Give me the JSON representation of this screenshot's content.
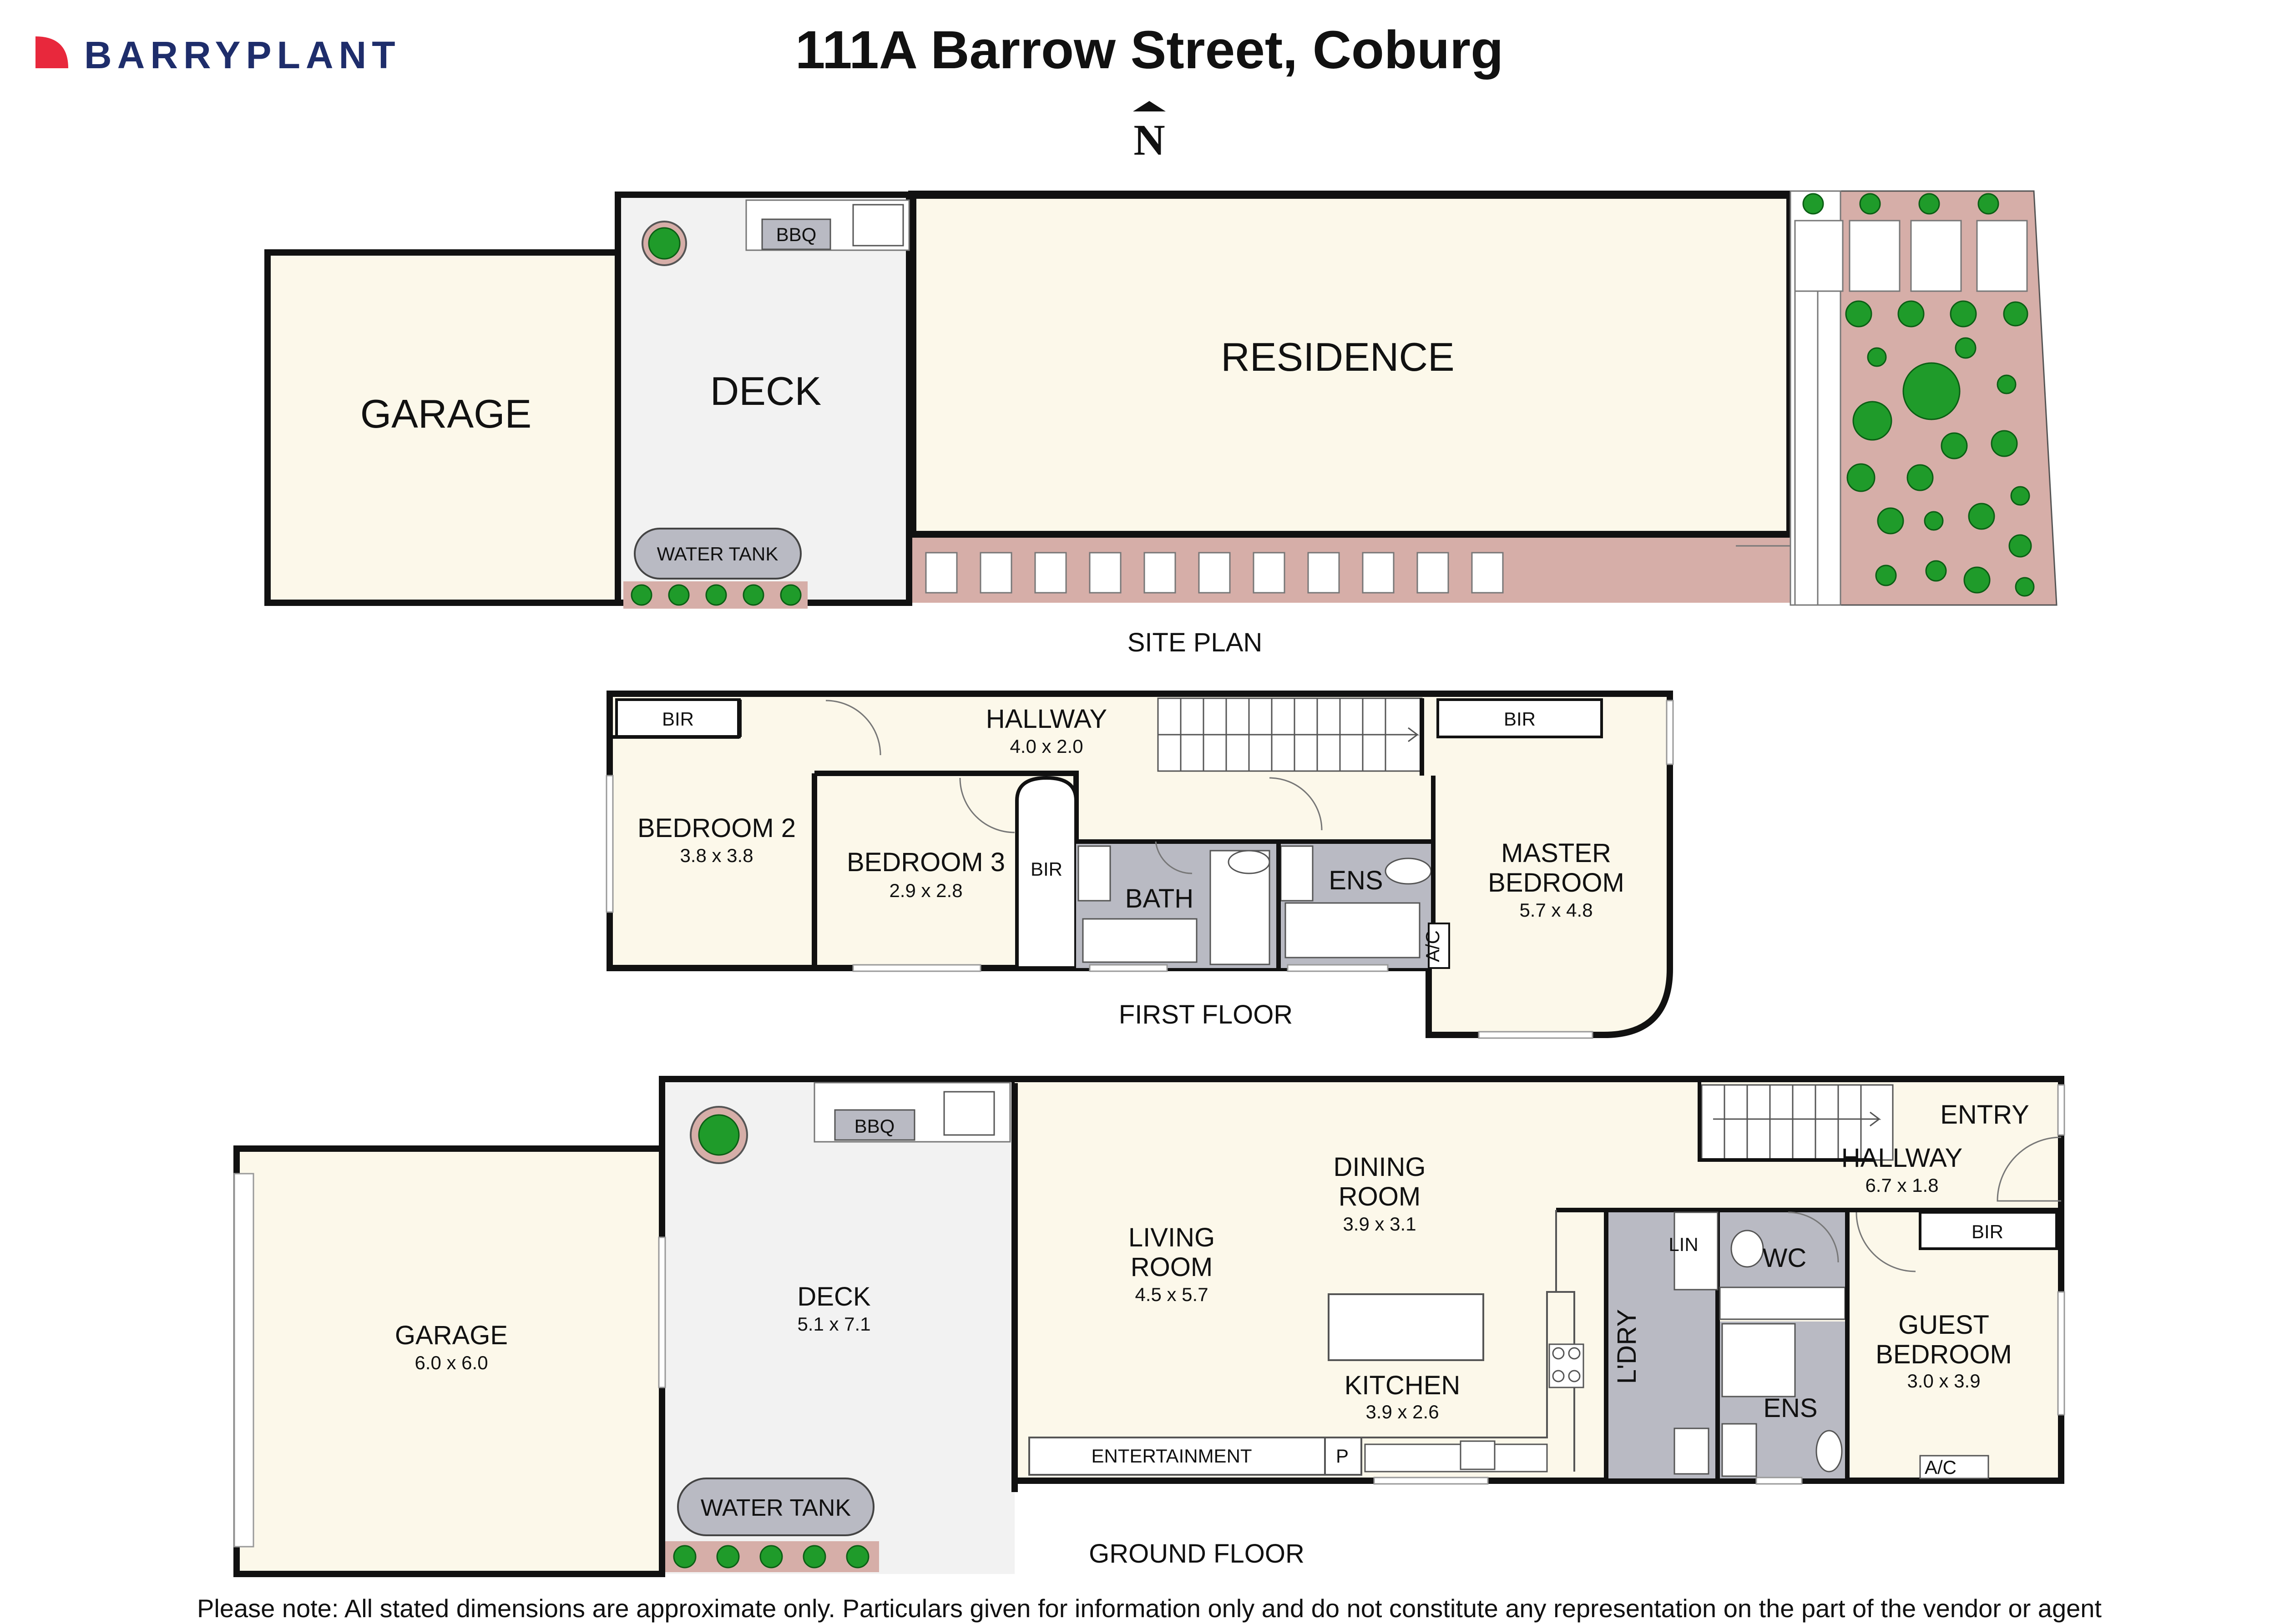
{
  "brand": {
    "name": "BARRYPLANT",
    "accent_color": "#e8283c",
    "text_color": "#1e2d6b"
  },
  "title": "111A Barrow Street, Coburg",
  "north_label": "N",
  "colors": {
    "wall": "#111111",
    "floor": "#fcf8ea",
    "deck": "#f2f2f2",
    "wet": "#b9bac3",
    "paving": "#d6aea8",
    "plant": "#1f9b2a"
  },
  "site_plan": {
    "caption": "SITE PLAN",
    "garage": "GARAGE",
    "deck": "DECK",
    "residence": "RESIDENCE",
    "bbq": "BBQ",
    "water_tank": "WATER TANK"
  },
  "first_floor": {
    "caption": "FIRST FLOOR",
    "bir_left": "BIR",
    "bir_right": "BIR",
    "bir_mid": "BIR",
    "hallway": {
      "name": "HALLWAY",
      "dim": "4.0 x 2.0"
    },
    "bedroom2": {
      "name": "BEDROOM 2",
      "dim": "3.8 x 3.8"
    },
    "bedroom3": {
      "name": "BEDROOM 3",
      "dim": "2.9 x 2.8"
    },
    "bath": "BATH",
    "ens": "ENS",
    "ac": "A/C",
    "master": {
      "name1": "MASTER",
      "name2": "BEDROOM",
      "dim": "5.7 x 4.8"
    }
  },
  "ground_floor": {
    "caption": "GROUND FLOOR",
    "garage": {
      "name": "GARAGE",
      "dim": "6.0 x 6.0"
    },
    "deck": {
      "name": "DECK",
      "dim": "5.1 x 7.1"
    },
    "bbq": "BBQ",
    "water_tank": "WATER TANK",
    "living": {
      "name1": "LIVING",
      "name2": "ROOM",
      "dim": "4.5 x 5.7"
    },
    "dining": {
      "name1": "DINING",
      "name2": "ROOM",
      "dim": "3.9 x 3.1"
    },
    "kitchen": {
      "name": "KITCHEN",
      "dim": "3.9 x 2.6"
    },
    "entertainment": "ENTERTAINMENT",
    "pantry": "P",
    "laundry": "L'DRY",
    "lin": "LIN",
    "wc": "WC",
    "ens": "ENS",
    "entry": "ENTRY",
    "hallway": {
      "name": "HALLWAY",
      "dim": "6.7 x 1.8"
    },
    "bir": "BIR",
    "guest": {
      "name1": "GUEST",
      "name2": "BEDROOM",
      "dim": "3.0 x 3.9"
    },
    "ac": "A/C"
  },
  "disclaimer": "Please note: All stated dimensions are approximate only. Particulars given for information only and do not constitute any representation on the part of the vendor or agent"
}
